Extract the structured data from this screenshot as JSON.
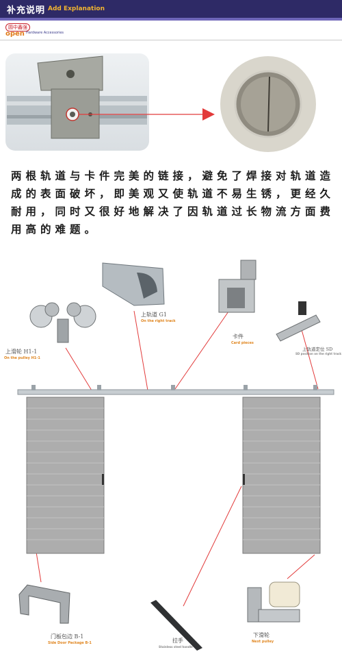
{
  "header": {
    "title_cn": "补充说明",
    "title_en": "Add Explanation"
  },
  "logo": {
    "cn": "圆中鑫强",
    "en": "open",
    "tag": "Hardware Accessories"
  },
  "paragraph": "两根轨道与卡件完美的链接，避免了焊接对轨道造成的表面破坏，即美观又使轨道不易生锈，更经久耐用，同时又很好地解决了因轨道过长物流方面费用高的难题。",
  "parts": [
    {
      "cn": "上轨道 G1",
      "en": "On the right track"
    },
    {
      "cn": "卡件",
      "en": "Card pieces"
    },
    {
      "cn": "上轨道定位 SD",
      "en": "SD position on the right track"
    },
    {
      "cn": "上滑轮 H1-1",
      "en": "On the pulley H1-1"
    },
    {
      "cn": "门板包边 B-1",
      "en": "Side Door Package B-1"
    },
    {
      "cn": "拉手",
      "en": "Stainless steel handle"
    },
    {
      "cn": "下滑轮",
      "en": "Next pulley"
    }
  ],
  "colors": {
    "header_bg": "#2e2a66",
    "header_accent": "#6e66b8",
    "label_en": "#e08620",
    "leader": "#e23a3a"
  }
}
